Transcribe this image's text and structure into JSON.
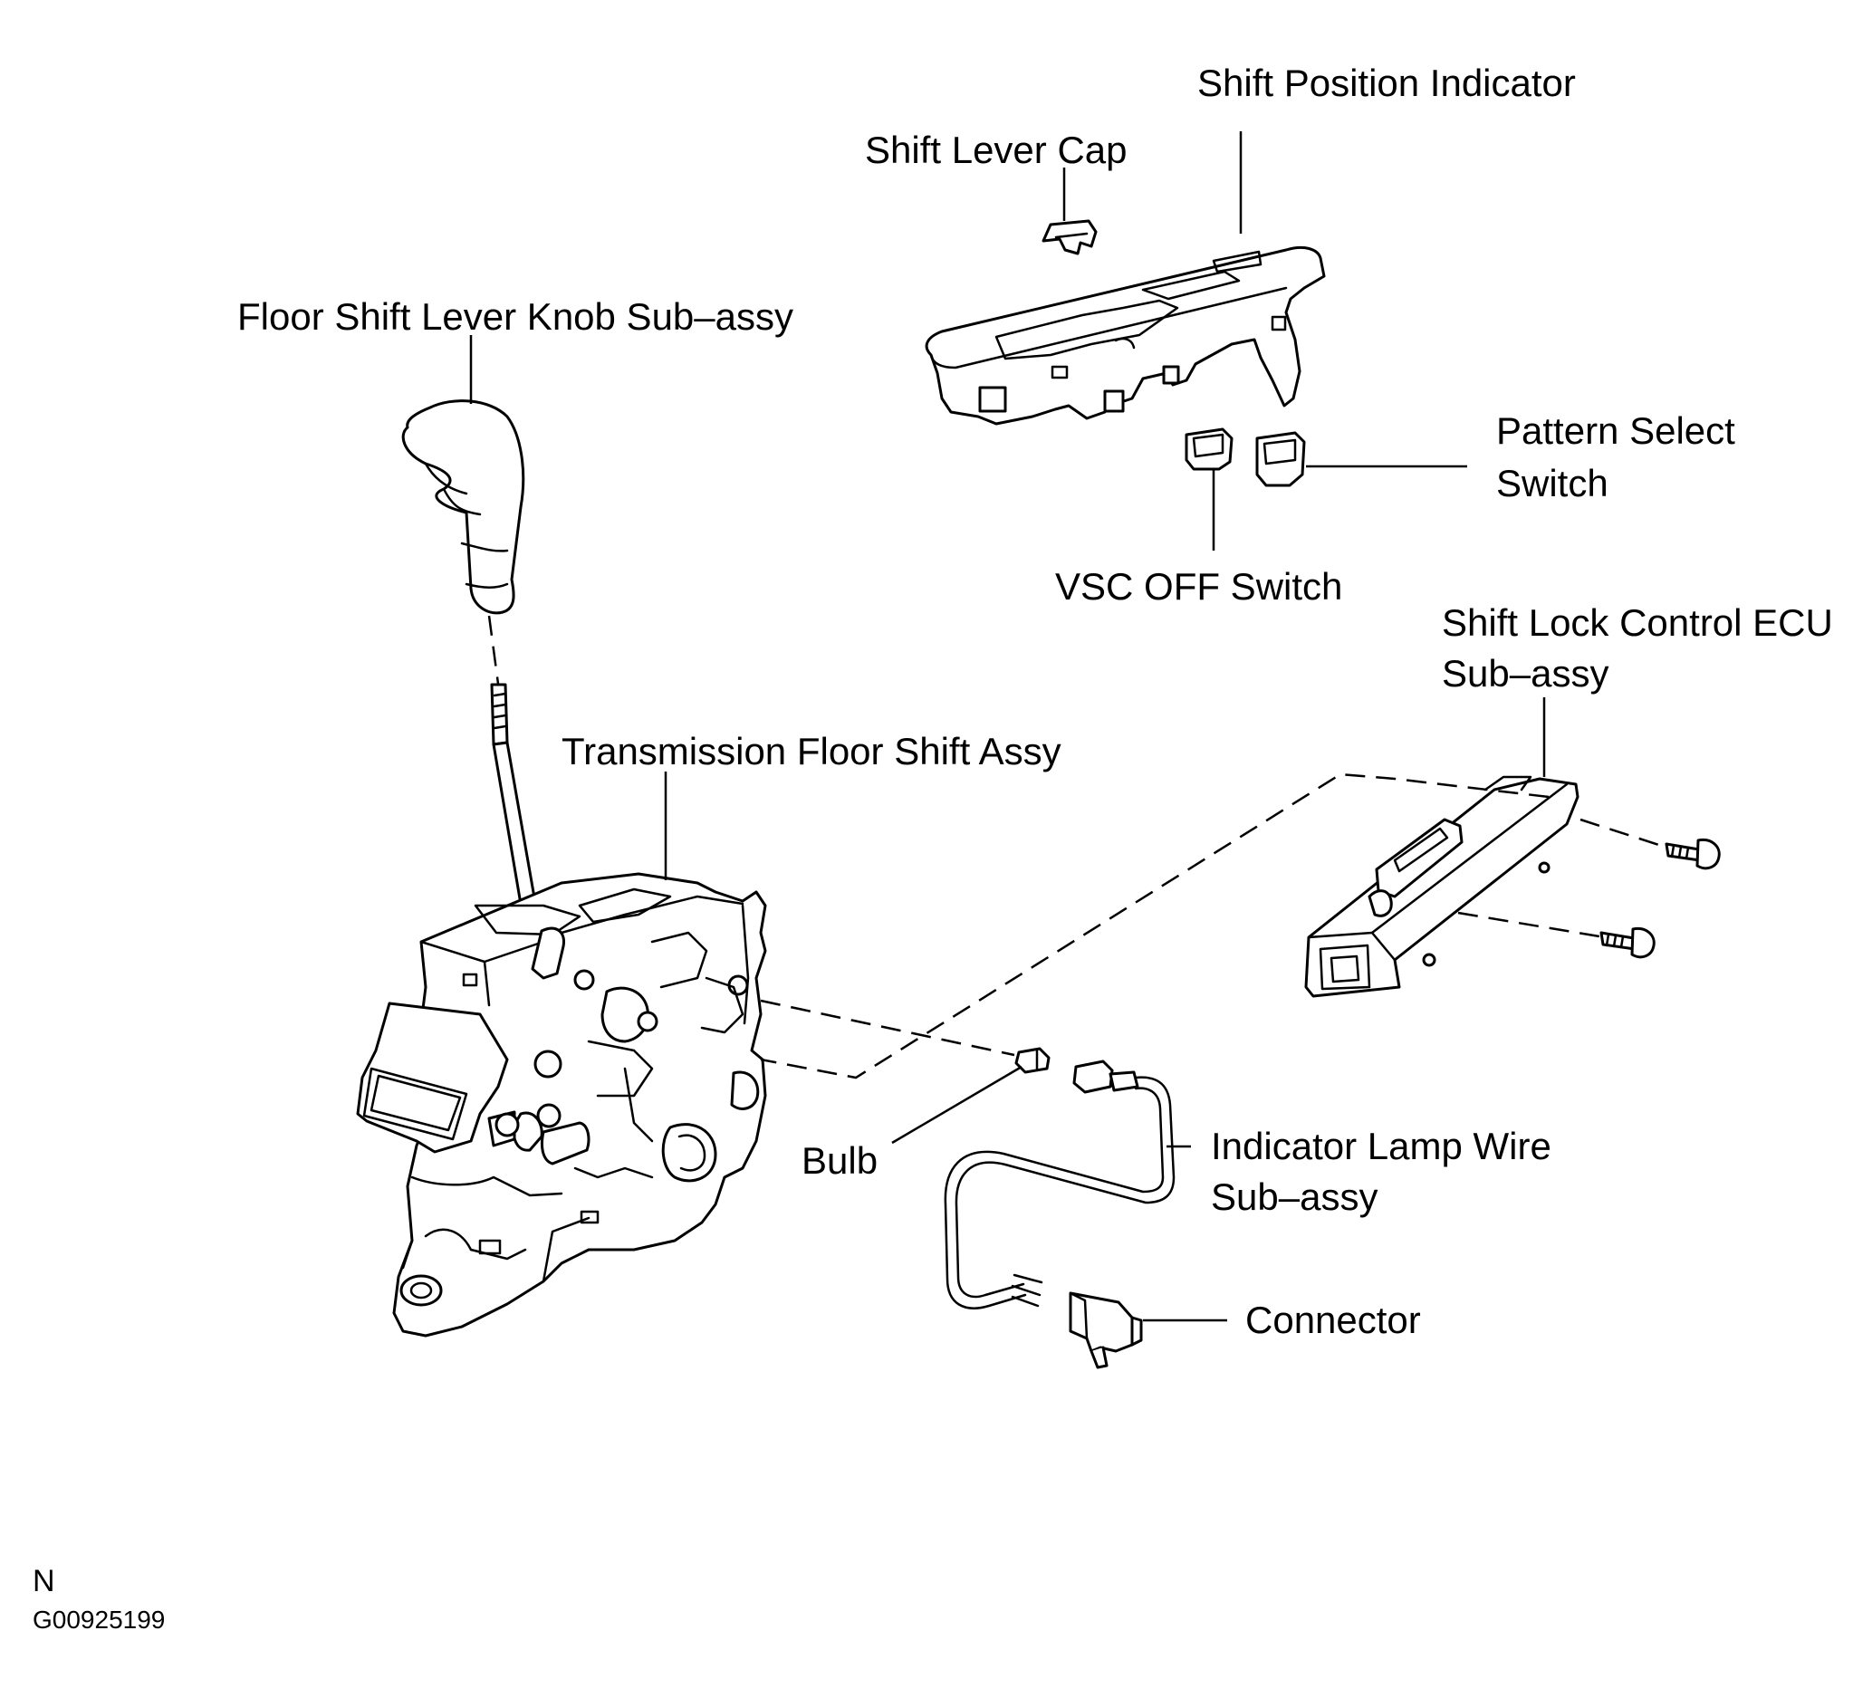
{
  "labels": {
    "shift_position_indicator": "Shift Position Indicator",
    "shift_lever_cap": "Shift Lever Cap",
    "floor_shift_lever_knob": "Floor Shift Lever Knob Sub–assy",
    "pattern_select_switch_1": "Pattern Select",
    "pattern_select_switch_2": "Switch",
    "vsc_off_switch": "VSC OFF Switch",
    "shift_lock_control_ecu_1": "Shift Lock Control ECU",
    "shift_lock_control_ecu_2": "Sub–assy",
    "transmission_floor_shift_assy": "Transmission Floor Shift Assy",
    "bulb": "Bulb",
    "indicator_lamp_wire_1": "Indicator Lamp Wire",
    "indicator_lamp_wire_2": "Sub–assy",
    "connector": "Connector"
  },
  "footer": {
    "marker": "N",
    "figure_id": "G00925199"
  }
}
